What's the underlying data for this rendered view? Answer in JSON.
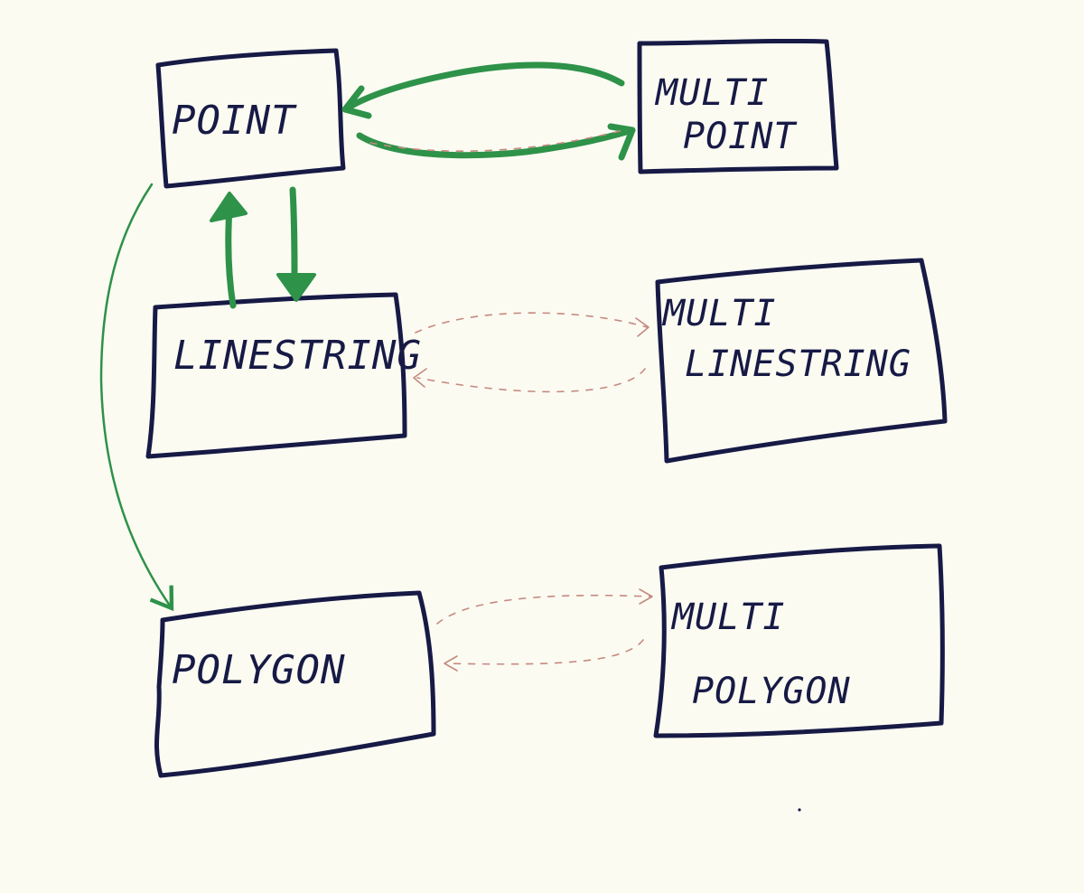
{
  "colors": {
    "background": "#fbfbf2",
    "box_stroke": "#171a45",
    "label_ink": "#171a45",
    "strong_arrow": "#2e9249",
    "weak_arrow": "#c58a80"
  },
  "nodes": {
    "point": {
      "label": "POINT"
    },
    "multipoint": {
      "line1": "MULTI",
      "line2": "POINT"
    },
    "linestring": {
      "label": "LINESTRING"
    },
    "multilinestring": {
      "line1": "MULTI",
      "line2": "LINESTRING"
    },
    "polygon": {
      "label": "POLYGON"
    },
    "multipolygon": {
      "line1": "MULTI",
      "line2": "POLYGON"
    }
  }
}
